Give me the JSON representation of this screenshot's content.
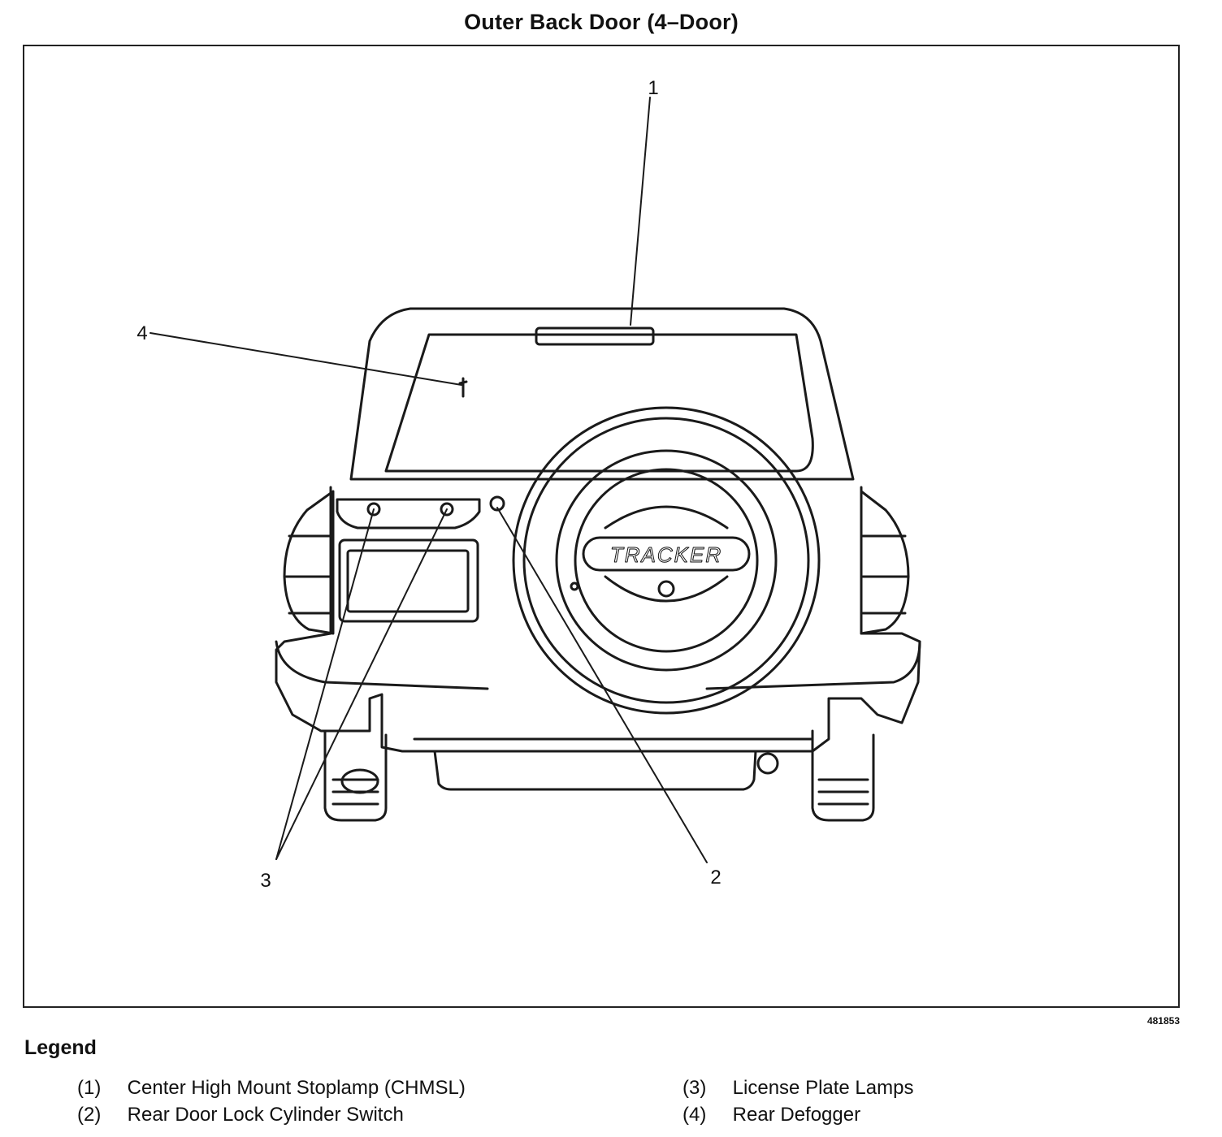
{
  "title": "Outer Back Door (4–Door)",
  "figure_id": "481853",
  "badge_text": "TRACKER",
  "callouts": {
    "c1": "1",
    "c2": "2",
    "c3": "3",
    "c4": "4"
  },
  "legend": {
    "title": "Legend",
    "items": [
      {
        "num": "(1)",
        "label": "Center High Mount Stoplamp (CHMSL)"
      },
      {
        "num": "(2)",
        "label": "Rear Door Lock Cylinder Switch"
      },
      {
        "num": "(3)",
        "label": "License Plate Lamps"
      },
      {
        "num": "(4)",
        "label": "Rear Defogger"
      }
    ]
  },
  "colors": {
    "line": "#1a1a1a",
    "background": "#ffffff"
  }
}
